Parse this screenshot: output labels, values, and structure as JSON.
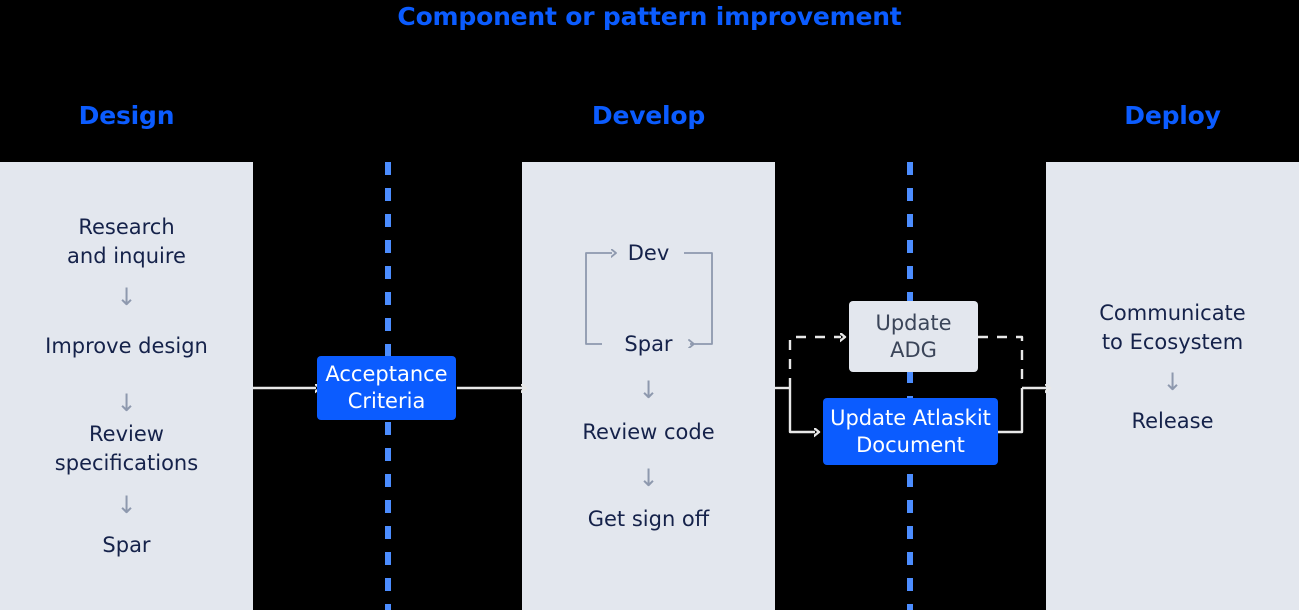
{
  "title": "Component or pattern improvement",
  "colors": {
    "accent_blue": "#0B5CFF",
    "dashed_blue": "#4C8DFF",
    "panel_gray": "#E3E7EE",
    "text_navy": "#15224A",
    "text_slate": "#3B4559",
    "connector_gray": "#E8E8E8",
    "arrow_gray": "#8E99AE",
    "background": "#000000"
  },
  "stages": [
    {
      "name": "design",
      "header": "Design"
    },
    {
      "name": "develop",
      "header": "Develop"
    },
    {
      "name": "deploy",
      "header": "Deploy"
    }
  ],
  "design_steps": {
    "step1": "Research\nand inquire",
    "step2": "Improve design",
    "step3": "Review\nspecifications",
    "step4": "Spar",
    "arrow": "↓"
  },
  "develop_steps": {
    "loop_top": "Dev",
    "loop_bottom": "Spar",
    "step_review": "Review code",
    "step_signoff": "Get sign off",
    "arrow": "↓"
  },
  "deploy_steps": {
    "step1": "Communicate\nto Ecosystem",
    "step2": "Release",
    "arrow": "↓"
  },
  "gate_boxes": {
    "acceptance": "Acceptance\nCriteria",
    "update_adg": "Update\nADG",
    "update_atlaskit": "Update Atlaskit\nDocument"
  }
}
